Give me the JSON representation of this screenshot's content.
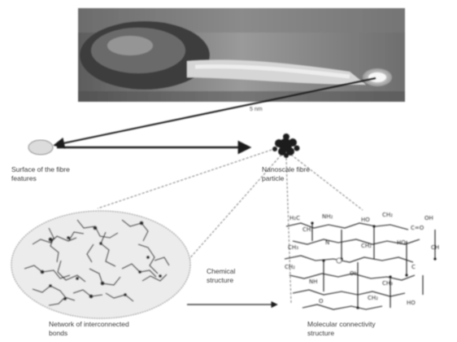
{
  "figure": {
    "photo_caption": "5 nm",
    "labels": [
      {
        "id": "surface",
        "lines": [
          "Surface of the fibre",
          "features"
        ]
      },
      {
        "id": "nanoparticle",
        "lines": [
          "Nanoscale fibre",
          "particle"
        ]
      },
      {
        "id": "network",
        "lines": [
          "Network of interconnected",
          "bonds"
        ]
      },
      {
        "id": "conversion",
        "lines": [
          "Chemical",
          "structure"
        ]
      },
      {
        "id": "molecular",
        "lines": [
          "Molecular connectivity",
          "structure"
        ]
      }
    ],
    "molecule_labels": [
      "H₂C",
      "CH₃",
      "NH₂",
      "HO",
      "CH₂",
      "C=O",
      "OH",
      "CH₃",
      "N",
      "CH₂",
      "HO",
      "CH",
      "CH₂",
      "NH",
      "OH",
      "CH₃",
      "C",
      "O",
      "CH₂",
      "HO"
    ],
    "colors": {
      "photo_bg": "#8e8e8e",
      "line": "#1a1a1a",
      "dashed": "#7a7a7a",
      "ellipse_fill": "#e4e4e4"
    }
  }
}
